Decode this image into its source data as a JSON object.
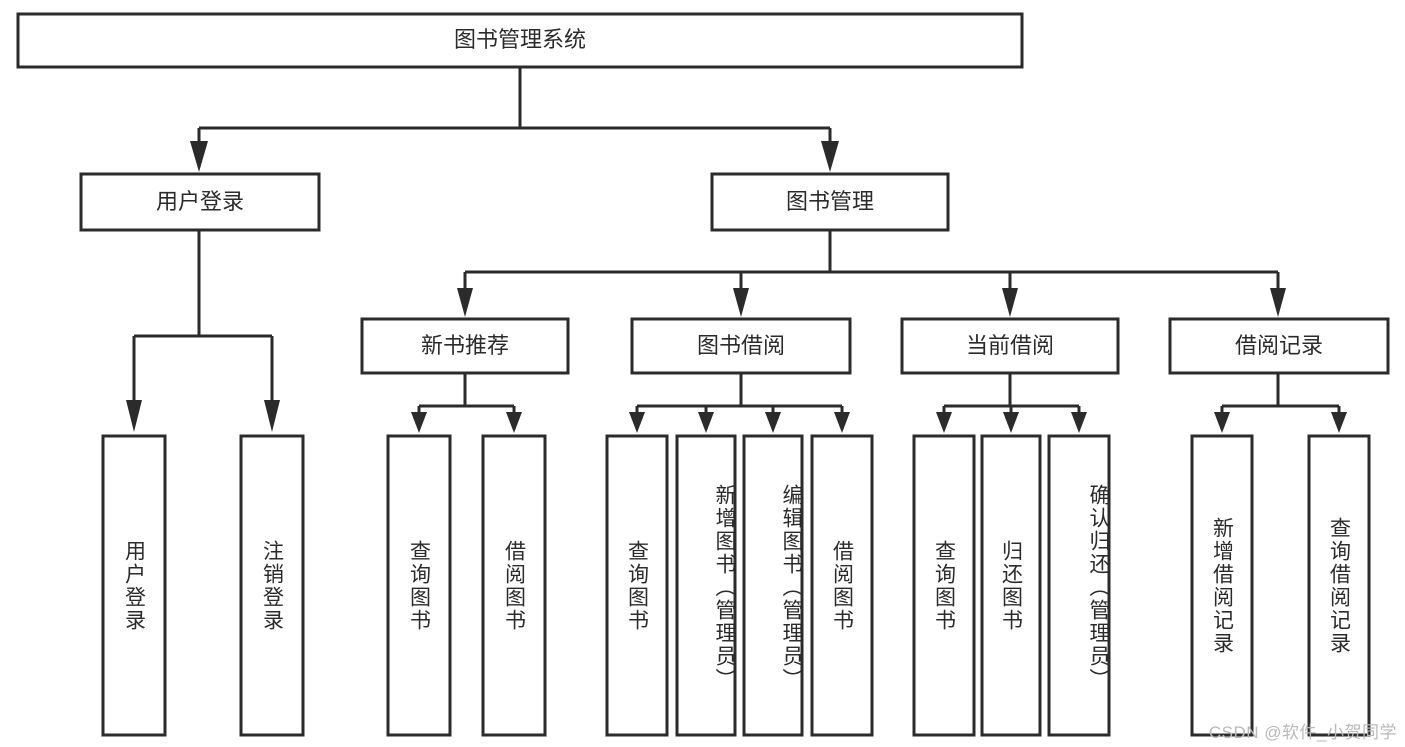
{
  "diagram": {
    "type": "tree-hierarchy-diagram",
    "title": "图书管理系统",
    "watermark": "CSDN @软件_小贺同学",
    "colors": {
      "stroke": "#2b2b2b",
      "box_fill": "#ffffff",
      "background": "#ffffff",
      "watermark": "#b9b9b9"
    },
    "nodes": {
      "root": {
        "label": "图书管理系统"
      },
      "level1": [
        {
          "id": "user-login",
          "label": "用户登录"
        },
        {
          "id": "book-management",
          "label": "图书管理"
        }
      ],
      "level2": [
        {
          "id": "new-book-recommend",
          "label": "新书推荐"
        },
        {
          "id": "book-borrow",
          "label": "图书借阅"
        },
        {
          "id": "current-borrow",
          "label": "当前借阅"
        },
        {
          "id": "borrow-record",
          "label": "借阅记录"
        }
      ],
      "leaves": {
        "user-login": [
          {
            "id": "leaf-user-login",
            "label": "用户登录"
          },
          {
            "id": "leaf-logout-login",
            "label": "注销登录"
          }
        ],
        "new-book-recommend": [
          {
            "id": "leaf-query-book-1",
            "label": "查询图书"
          },
          {
            "id": "leaf-borrow-book-1",
            "label": "借阅图书"
          }
        ],
        "book-borrow": [
          {
            "id": "leaf-query-book-2",
            "label": "查询图书"
          },
          {
            "id": "leaf-add-book",
            "label": "新增图书（管理员）"
          },
          {
            "id": "leaf-edit-book",
            "label": "编辑图书（管理员）"
          },
          {
            "id": "leaf-borrow-book-2",
            "label": "借阅图书"
          }
        ],
        "current-borrow": [
          {
            "id": "leaf-query-book-3",
            "label": "查询图书"
          },
          {
            "id": "leaf-return-book",
            "label": "归还图书"
          },
          {
            "id": "leaf-confirm-return",
            "label": "确认归还（管理员）"
          }
        ],
        "borrow-record": [
          {
            "id": "leaf-add-record",
            "label": "新增借阅记录"
          },
          {
            "id": "leaf-query-record",
            "label": "查询借阅记录"
          }
        ]
      }
    }
  }
}
